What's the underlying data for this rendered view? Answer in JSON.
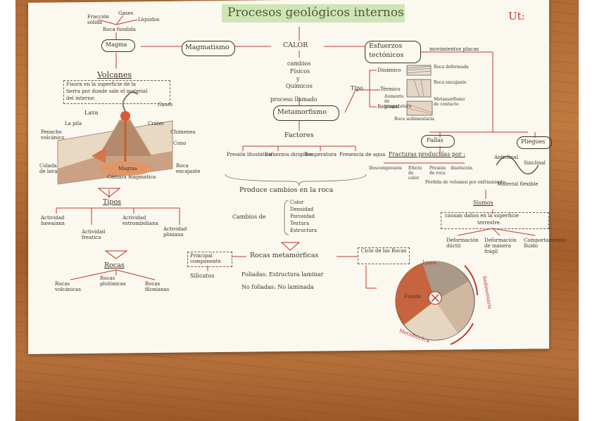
{
  "title": "Procesos geológicos internos",
  "unit": "Ut:",
  "center": {
    "calor": "CALOR",
    "cambios": "cambios",
    "fisicos": "Físicos",
    "y": "y",
    "quimicos": "Químicos",
    "proceso": "proceso llamado",
    "metamorfismo": "Metamorfismo",
    "factores": "Factores",
    "factor_items": [
      "Presión litostática",
      "Esfuerzos dirigidos",
      "Temperatura",
      "Presencia de agua"
    ],
    "produce": "Produce cambios en la roca",
    "cambios_de": "Cambios de",
    "cambios_list": [
      "Color",
      "Densidad",
      "Porosidad",
      "Textura",
      "Estructura"
    ],
    "rocas_metamorficas": "Rocas metamórficas",
    "principal": "Principal componente",
    "silicatos": "Silicatos",
    "foliadas": "Foliadas: Estructura laminar",
    "no_foliadas": "No foliadas: No laminada",
    "ciclo": "Ciclo de las Rocas"
  },
  "left": {
    "magnetismo": "Magmatismo",
    "magma": "Magma",
    "roca_fundida": "Roca fundida",
    "gases": "Gases",
    "fraccion_solida": "Fracción sólida",
    "liquidos": "Líquidos",
    "volcanes": "Volcanes",
    "volcan_def": [
      "Fisura en la superficie de la",
      "tierra por donde sale el material",
      "del interior."
    ],
    "volcano_labels": [
      "Lava",
      "La pila",
      "Gases",
      "Cráter",
      "Penacho volcánico",
      "Chimenea",
      "Cono",
      "Roca encajante",
      "Colada de lava",
      "Magma",
      "Cámara magmática"
    ],
    "tipos": "Tipos",
    "tipos_items": [
      "Actividad hawaiana",
      "Actividad estromboliana",
      "Actividad freatica",
      "Actividad pliniana"
    ],
    "rocas": "Rocas",
    "rocas_items": [
      "Rocas volcánicas",
      "Rocas plutónicas",
      "Rocas filonianas"
    ]
  },
  "right": {
    "esfuerzos": "Esfuerzos tectónicos",
    "tipo": "Tipo",
    "tipos": [
      "Dinámico",
      "Térmico",
      "Regional"
    ],
    "esfuerzo_labels": [
      "Roca deformada",
      "Metamorfismo de contacto",
      "Roca encajante",
      "Aumento de temperatura",
      "Roca sedimentaria"
    ],
    "movimientos": "movimientos placas",
    "fallas": "Fallas",
    "pliegues": "Pliegues",
    "anticlinal": "Anticlinal",
    "sinclinal": "Sinclinal",
    "pliegue_labels": [
      "Material flexible"
    ],
    "fallas_sub": "Fracturas producidas por :",
    "fallas_items": [
      "Descompresión",
      "Efecto de calor",
      "Presión de roca",
      "Pérdida de volumen por enfriamiento",
      "disolución"
    ],
    "sismos": "Sismos",
    "sismos_def": [
      "causan daños en la superficie",
      "terrestre."
    ],
    "def_items": [
      "Deformación dúctil",
      "Deformación de manera frágil",
      "Comportamiento fluido"
    ],
    "ciclo_labels": [
      "Ígnea",
      "Sedimentaria",
      "Metamórfica",
      "Fusión"
    ]
  }
}
